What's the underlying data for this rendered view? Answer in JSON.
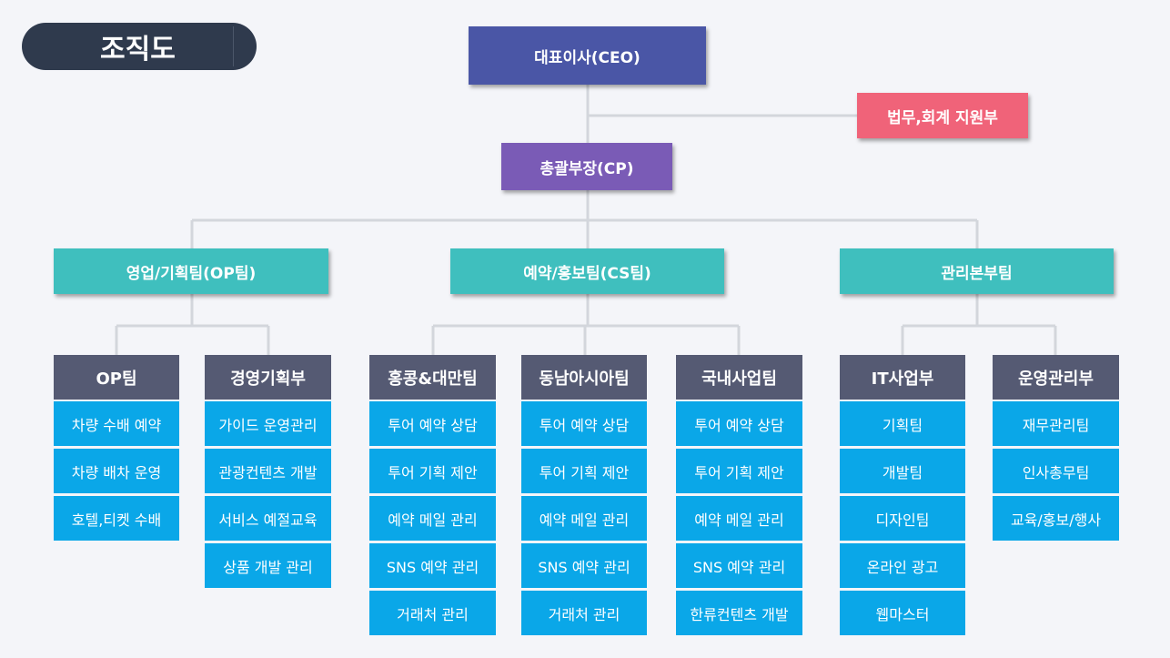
{
  "page": {
    "title": "조직도"
  },
  "top": {
    "ceo": "대표이사(CEO)",
    "legal": "법무,회계 지원부",
    "cp": "총괄부장(CP)"
  },
  "departments": [
    {
      "name": "영업/기획팀(OP팀)",
      "teams": [
        {
          "name": "OP팀",
          "tasks": [
            "차량 수배 예약",
            "차량 배차 운영",
            "호텔,티켓 수배"
          ]
        },
        {
          "name": "경영기획부",
          "tasks": [
            "가이드 운영관리",
            "관광컨텐츠 개발",
            "서비스 예절교육",
            "상품 개발 관리"
          ]
        }
      ]
    },
    {
      "name": "예약/홍보팀(CS팀)",
      "teams": [
        {
          "name": "홍콩&대만팀",
          "tasks": [
            "투어 예약 상담",
            "투어 기획 제안",
            "예약 메일 관리",
            "SNS 예약 관리",
            "거래처 관리"
          ]
        },
        {
          "name": "동남아시아팀",
          "tasks": [
            "투어 예약 상담",
            "투어 기획 제안",
            "예약 메일 관리",
            "SNS 예약 관리",
            "거래처 관리"
          ]
        },
        {
          "name": "국내사업팀",
          "tasks": [
            "투어 예약 상담",
            "투어 기획 제안",
            "예약 메일 관리",
            "SNS 예약 관리",
            "한류컨텐츠 개발"
          ]
        }
      ]
    },
    {
      "name": "관리본부팀",
      "teams": [
        {
          "name": "IT사업부",
          "tasks": [
            "기획팀",
            "개발팀",
            "디자인팀",
            "온라인 광고",
            "웹마스터"
          ]
        },
        {
          "name": "운영관리부",
          "tasks": [
            "재무관리팀",
            "인사총무팀",
            "교육/홍보/행사"
          ]
        }
      ]
    }
  ]
}
